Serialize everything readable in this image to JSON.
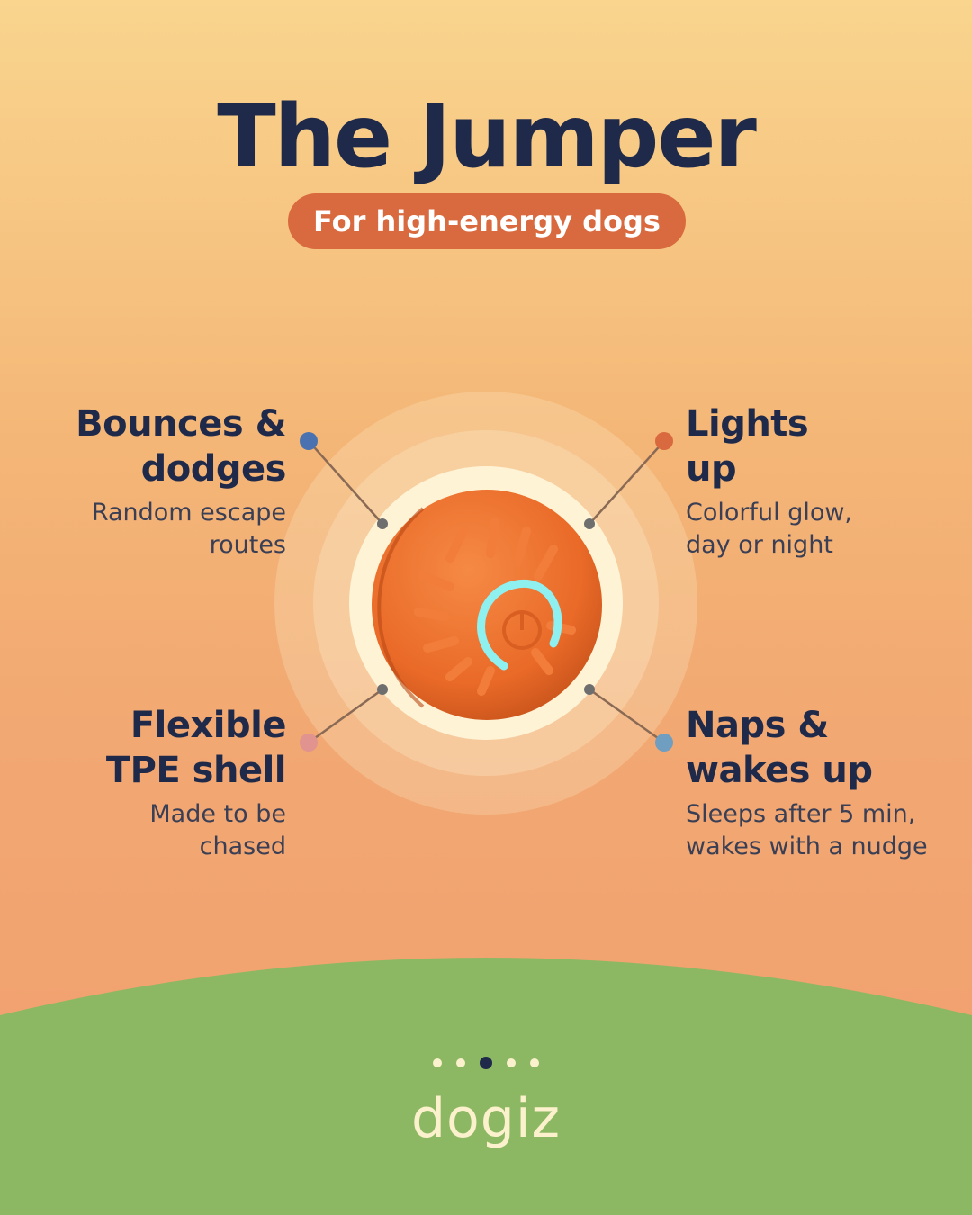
{
  "header": {
    "title": "The Jumper",
    "subtitle": "For high-energy dogs"
  },
  "features": [
    {
      "title_line1": "Bounces &",
      "title_line2": "dodges",
      "desc_line1": "Random escape",
      "desc_line2": "routes",
      "dot_color": "#4a72b0"
    },
    {
      "title_line1": "Lights",
      "title_line2": "up",
      "desc_line1": "Colorful glow,",
      "desc_line2": "day or night",
      "dot_color": "#d9693e"
    },
    {
      "title_line1": "Flexible",
      "title_line2": "TPE shell",
      "desc_line1": "Made to be",
      "desc_line2": "chased",
      "dot_color": "#e0938f"
    },
    {
      "title_line1": "Naps &",
      "title_line2": "wakes up",
      "desc_line1": "Sleeps after 5 min,",
      "desc_line2": "wakes with a nudge",
      "dot_color": "#6f9ec0"
    }
  ],
  "pagination": {
    "total": 5,
    "active_index": 2
  },
  "brand": {
    "name": "dogiz"
  },
  "colors": {
    "navy": "#1f2a4a",
    "accent": "#d9693e",
    "grass": "#8db863",
    "cream": "#fbf1cc",
    "ball": "#ec6d2a",
    "glow": "#8ff0f0"
  }
}
